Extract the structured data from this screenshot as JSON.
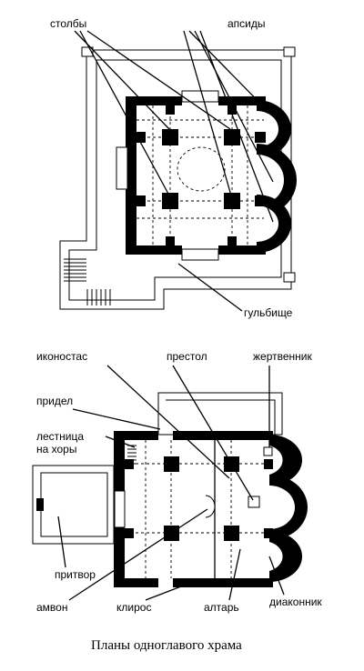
{
  "top_plan": {
    "labels": {
      "pillars": "столбы",
      "apses": "апсиды",
      "gulbishche": "гульбище"
    }
  },
  "bottom_plan": {
    "labels": {
      "iconostasis": "иконостас",
      "altar_table": "престол",
      "prothesis": "жертвенник",
      "side_chapel": "придел",
      "stair": "лестница",
      "stair_2": "на хоры",
      "narthex": "притвор",
      "ambo": "амвон",
      "kliros": "клирос",
      "altar": "алтарь",
      "diaconicon": "диаконник"
    }
  },
  "caption": "Планы одноглавого храма"
}
